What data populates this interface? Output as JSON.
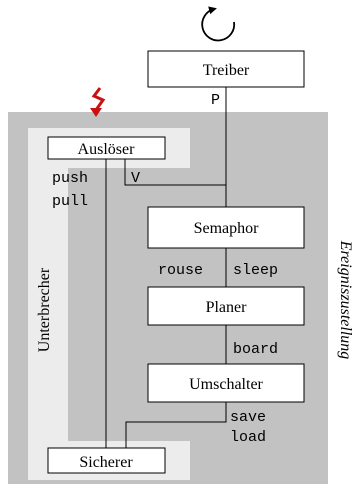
{
  "colors": {
    "outer_region": "#c2c2c2",
    "inner_region": "#ececec",
    "box_fill": "#ffffff",
    "stroke": "#000000",
    "signal": "#cc1010"
  },
  "icons": {
    "loop": "circular-arrow-icon",
    "signal": "lightning-bolt-icon"
  },
  "boxes": {
    "treiber": "Treiber",
    "ausloeser": "Auslöser",
    "semaphor": "Semaphor",
    "planer": "Planer",
    "umschalter": "Umschalter",
    "sicherer": "Sicherer"
  },
  "operations": {
    "p": "P",
    "v": "V",
    "push": "push",
    "pull": "pull",
    "rouse": "rouse",
    "sleep": "sleep",
    "board": "board",
    "save": "save",
    "load": "load"
  },
  "regions": {
    "unterbrecher": "Unterbrecher",
    "ereigniszustellung": "Ereigniszustellung"
  }
}
